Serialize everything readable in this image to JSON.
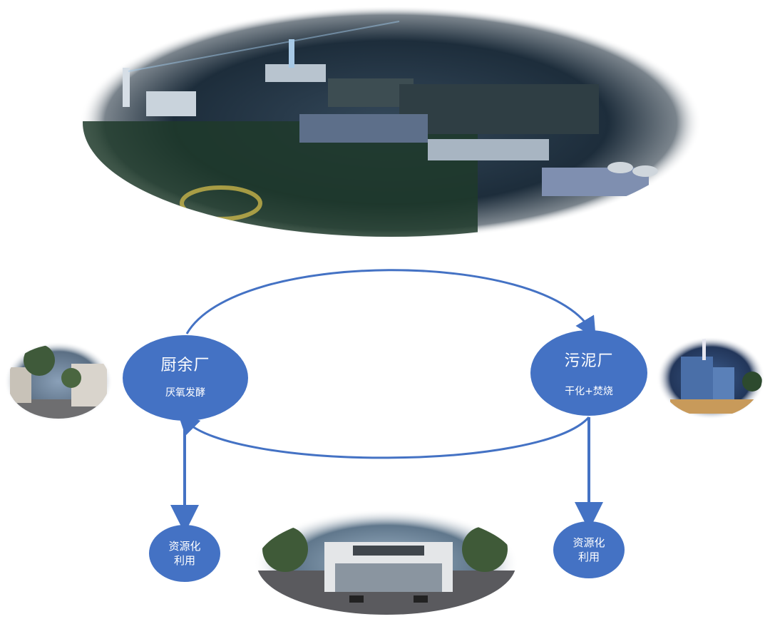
{
  "nodes": {
    "kitchen_plant": {
      "title": "厨余厂",
      "process": "厌氧发酵"
    },
    "sludge_plant": {
      "title": "污泥厂",
      "process": "干化+焚烧"
    },
    "resource_left": {
      "line1": "资源化",
      "line2": "利用"
    },
    "resource_right": {
      "line1": "资源化",
      "line2": "利用"
    }
  },
  "colors": {
    "node_fill": "#4472c4",
    "arrow": "#4472c4",
    "text": "#ffffff"
  }
}
